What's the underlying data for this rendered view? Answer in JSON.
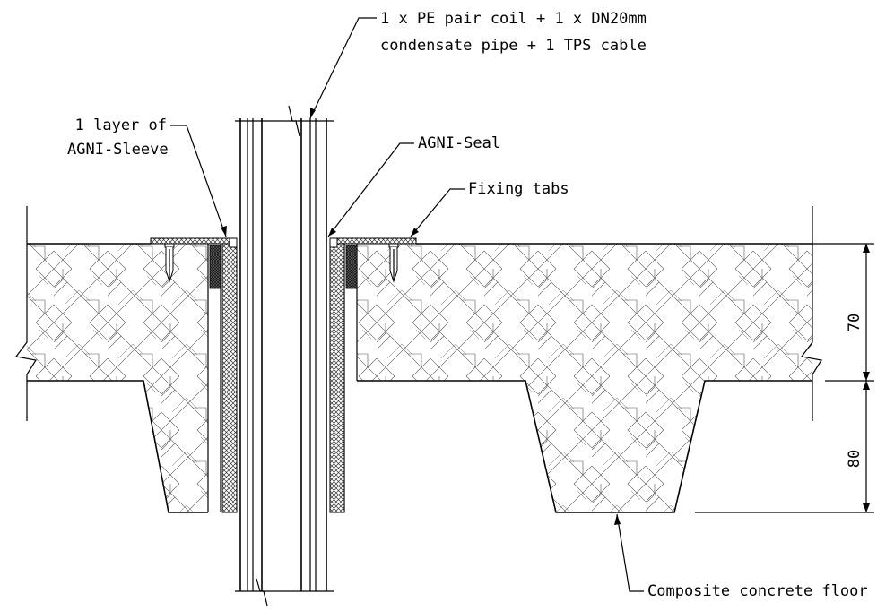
{
  "labels": {
    "services_line1": "1 x PE pair coil + 1 x DN20mm",
    "services_line2": "condensate pipe + 1 TPS cable",
    "sleeve_line1": "1 layer of",
    "sleeve_line2": "AGNI-Sleeve",
    "seal": "AGNI-Seal",
    "fixing_tabs": "Fixing tabs",
    "floor": "Composite concrete floor"
  },
  "dimensions": {
    "upper": "70",
    "lower": "80"
  }
}
